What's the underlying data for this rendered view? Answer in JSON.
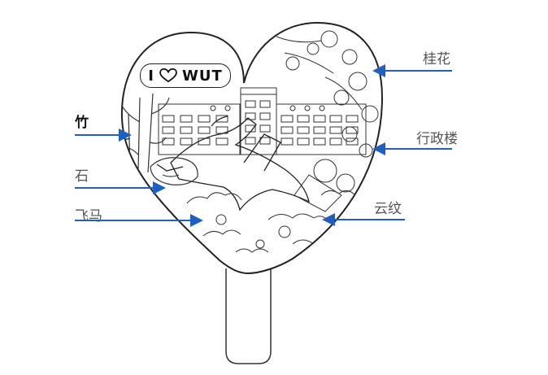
{
  "badge": {
    "left": "I",
    "right": "WUT",
    "heart_icon": "heart-outline-icon"
  },
  "labels": {
    "bamboo": "竹",
    "stone": "石",
    "flying_horse": "飞马",
    "osmanthus": "桂花",
    "admin_building": "行政楼",
    "cloud_pattern": "云纹"
  },
  "colors": {
    "arrow": "#1f5fbf",
    "outline": "#222222",
    "label": "#555555"
  }
}
